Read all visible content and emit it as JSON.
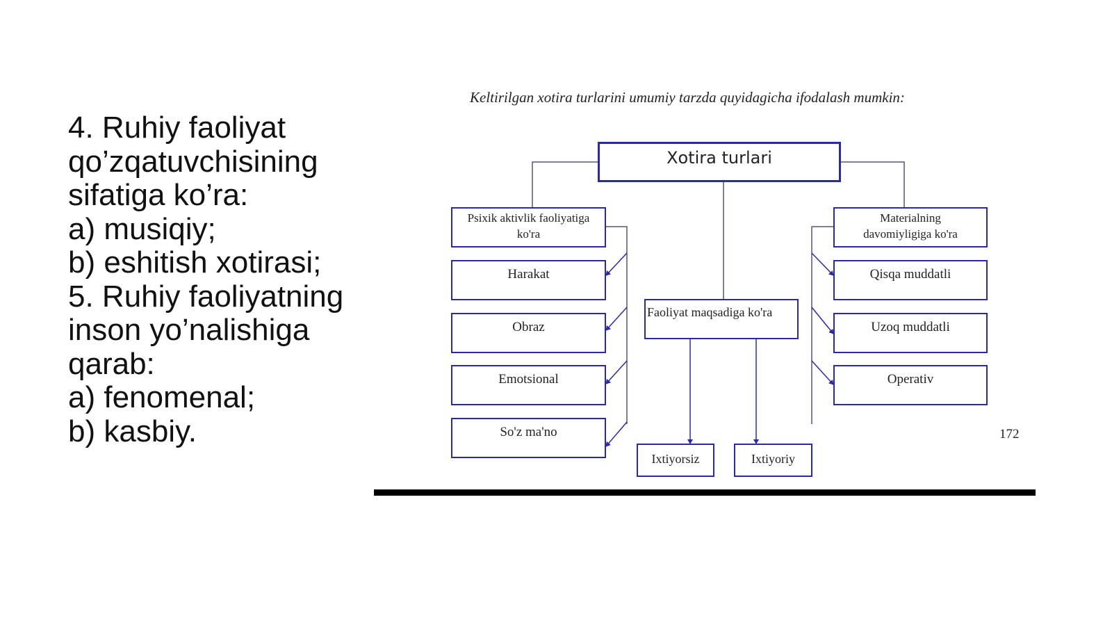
{
  "left_text": {
    "lines": [
      "4. Ruhiy faoliyat",
      "qo’zqatuvchisining",
      "sifatiga ko’ra:",
      "a) musiqiy;",
      "b) eshitish xotirasi;",
      "5. Ruhiy faoliyatning",
      "inson yo’nalishiga",
      "qarab:",
      "a) fenomenal;",
      "b) kasbiy."
    ]
  },
  "diagram": {
    "caption": "Keltirilgan xotira turlarini umumiy tarzda quyidagicha ifodalash mumkin:",
    "root": "Xotira turlari",
    "left_branch": {
      "title_line1": "Psixik aktivlik faoliyatiga",
      "title_line2": "ko'ra",
      "items": [
        "Harakat",
        "Obraz",
        "Emotsional",
        "So'z ma'no"
      ]
    },
    "middle_branch": {
      "title": "Faoliyat maqsadiga  ko'ra",
      "items": [
        "Ixtiyorsiz",
        "Ixtiyoriy"
      ]
    },
    "right_branch": {
      "title_line1": "Materialning",
      "title_line2": "davomiyligiga ko'ra",
      "items": [
        "Qisqa muddatli",
        "Uzoq muddatli",
        "Operativ"
      ]
    },
    "page_number": "172",
    "line_color": "#2a2aa6"
  }
}
